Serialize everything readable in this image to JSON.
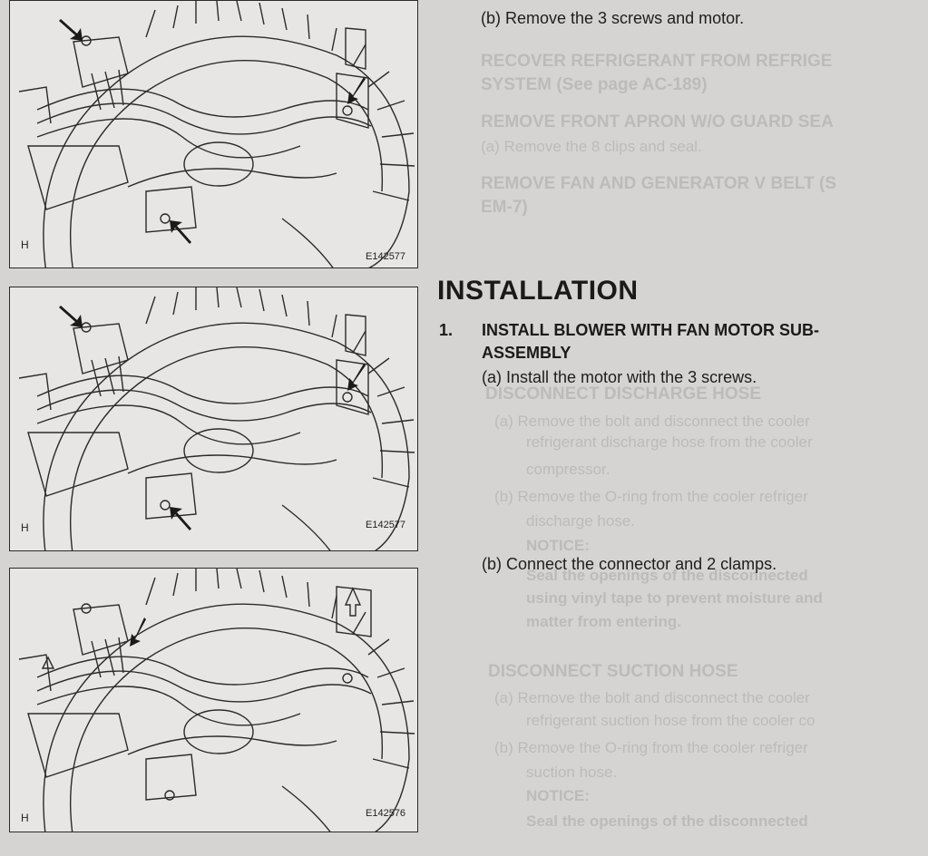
{
  "figures": [
    {
      "letter": "H",
      "code": "E142577"
    },
    {
      "letter": "H",
      "code": "E142577"
    },
    {
      "letter": "H",
      "code": "E142576"
    }
  ],
  "steps": {
    "remove_b": "(b)  Remove the 3 screws and motor.",
    "heading": "INSTALLATION",
    "install_num": "1.",
    "install_title_1": "INSTALL BLOWER WITH FAN MOTOR SUB-",
    "install_title_2": "ASSEMBLY",
    "install_a": "(a)  Install the motor with the 3 screws.",
    "install_b": "(b)  Connect the connector and 2 clamps."
  },
  "bleed_through": {
    "l1": "RECOVER REFRIGERANT FROM REFRIGE",
    "l2": "SYSTEM (See page AC-189)",
    "l3": "REMOVE FRONT APRON W/O GUARD SEA",
    "l4": "(a)  Remove the 8 clips and seal.",
    "l5": "REMOVE FAN AND GENERATOR V BELT (S",
    "l6": "EM-7)",
    "l7": "DISCONNECT DISCHARGE HOSE",
    "l8": "(a)  Remove the bolt and disconnect the cooler",
    "l9": "refrigerant discharge hose from the cooler",
    "l10": "compressor.",
    "l11": "(b)  Remove the O-ring from the cooler refriger",
    "l12": "discharge hose.",
    "l13": "NOTICE:",
    "l14": "Seal the openings of the disconnected",
    "l15": "using vinyl tape to prevent moisture and",
    "l16": "matter from entering.",
    "l17": "DISCONNECT SUCTION HOSE",
    "l18": "(a)  Remove the bolt and disconnect the cooler",
    "l19": "refrigerant suction hose from the cooler co",
    "l20": "(b)  Remove the O-ring from the cooler refriger",
    "l21": "suction hose.",
    "l22": "NOTICE:",
    "l23": "Seal the openings of the disconnected"
  }
}
